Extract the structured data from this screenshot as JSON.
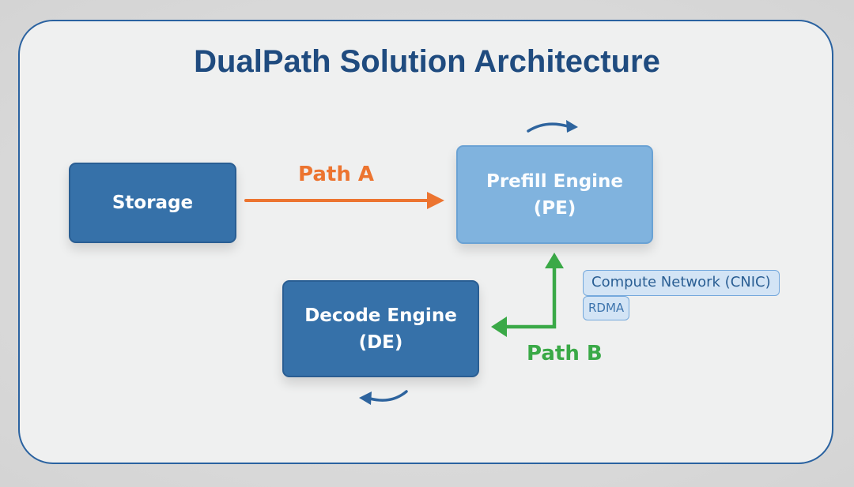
{
  "diagram": {
    "title": "DualPath Solution Architecture",
    "nodes": {
      "storage": {
        "label": "Storage"
      },
      "prefill": {
        "line1": "Prefill Engine",
        "line2": "(PE)"
      },
      "decode": {
        "line1": "Decode Engine",
        "line2": "(DE)"
      }
    },
    "edges": {
      "path_a": {
        "label": "Path A",
        "from": "Storage",
        "to": "Prefill Engine (PE)",
        "color": "#ec7430"
      },
      "path_b": {
        "label": "Path B",
        "from": "Prefill Engine (PE)",
        "to": "Decode Engine (DE)",
        "bidirectional": true,
        "color": "#3aa947"
      }
    },
    "network_tags": {
      "primary": "Compute Network (CNIC)",
      "secondary": "RDMA"
    },
    "cycle_icons": {
      "prefill": "curved-arrow-right-icon",
      "decode": "curved-arrow-left-icon"
    },
    "colors": {
      "frame_border": "#2a62a0",
      "title": "#1f4b7f",
      "dark_node": "#3671a9",
      "light_node": "#80b3de"
    }
  }
}
